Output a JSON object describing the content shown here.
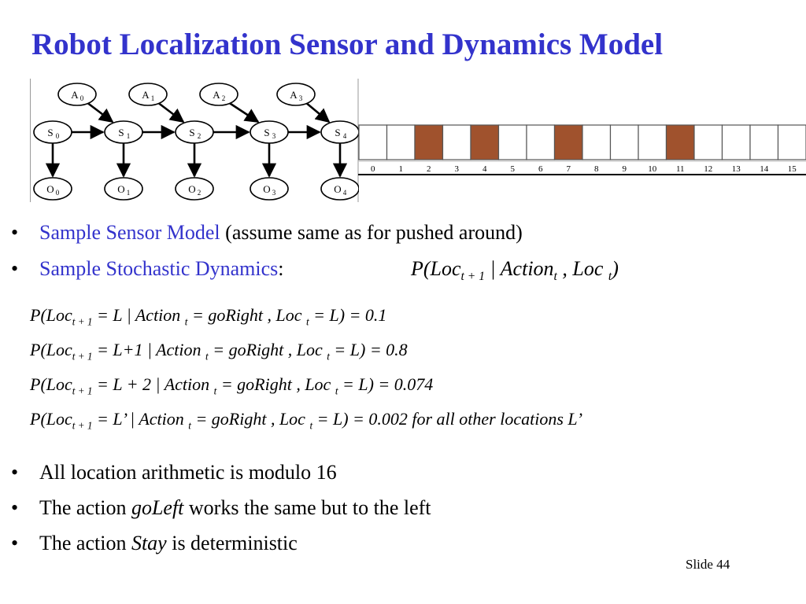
{
  "title": "Robot Localization Sensor and Dynamics Model",
  "network": {
    "actions": [
      "A",
      "A",
      "A",
      "A"
    ],
    "action_subs": [
      "0",
      "1",
      "2",
      "3"
    ],
    "states": [
      "S",
      "S",
      "S",
      "S",
      "S"
    ],
    "state_subs": [
      "0",
      "1",
      "2",
      "3",
      "4"
    ],
    "observations": [
      "O",
      "O",
      "O",
      "O",
      "O"
    ],
    "obs_subs": [
      "0",
      "1",
      "2",
      "3",
      "4"
    ]
  },
  "location_grid": {
    "labels": [
      "0",
      "1",
      "2",
      "3",
      "4",
      "5",
      "6",
      "7",
      "8",
      "9",
      "10",
      "11",
      "12",
      "13",
      "14",
      "15"
    ],
    "filled_cells": [
      2,
      4,
      7,
      11
    ],
    "filled_color": "#a0522d"
  },
  "bullets": {
    "sensor_label": "Sample Sensor Model",
    "sensor_rest": " (assume same as for pushed around)",
    "dynamics_label": "Sample Stochastic Dynamics",
    "dynamics_colon": ":",
    "formula": {
      "p_open": "P(Loc",
      "sub1": "t + 1",
      "bar": " | Action",
      "sub2": "t",
      "comma": " , Loc ",
      "sub3": "t",
      "close": ")"
    },
    "equations": [
      {
        "head": "P(Loc",
        "sub1": "t + 1",
        "mid": " = L | Action ",
        "sub2": "t",
        "mid2": " = goRight , Loc ",
        "sub3": "t",
        "tail": " = L) = 0.1"
      },
      {
        "head": "P(Loc",
        "sub1": "t + 1",
        "mid": " = L+1 | Action ",
        "sub2": "t",
        "mid2": " = goRight , Loc ",
        "sub3": "t",
        "tail": " = L) = 0.8"
      },
      {
        "head": "P(Loc",
        "sub1": "t + 1",
        "mid": " = L + 2 | Action ",
        "sub2": "t",
        "mid2": " = goRight , Loc ",
        "sub3": "t",
        "tail": " = L) = 0.074"
      },
      {
        "head": "P(Loc",
        "sub1": "t + 1",
        "mid": " = L’ | Action ",
        "sub2": "t",
        "mid2": " = goRight , Loc ",
        "sub3": "t",
        "tail": " = L) = 0.002  for all other locations L’"
      }
    ],
    "modulo": "All location arithmetic is modulo 16",
    "goleft_pre": "The action ",
    "goleft_em": "goLeft",
    "goleft_post": " works the same but to the left",
    "stay_pre": "The action ",
    "stay_em": "Stay",
    "stay_post": " is deterministic"
  },
  "bullet_char": "•",
  "slide_number": "Slide 44"
}
